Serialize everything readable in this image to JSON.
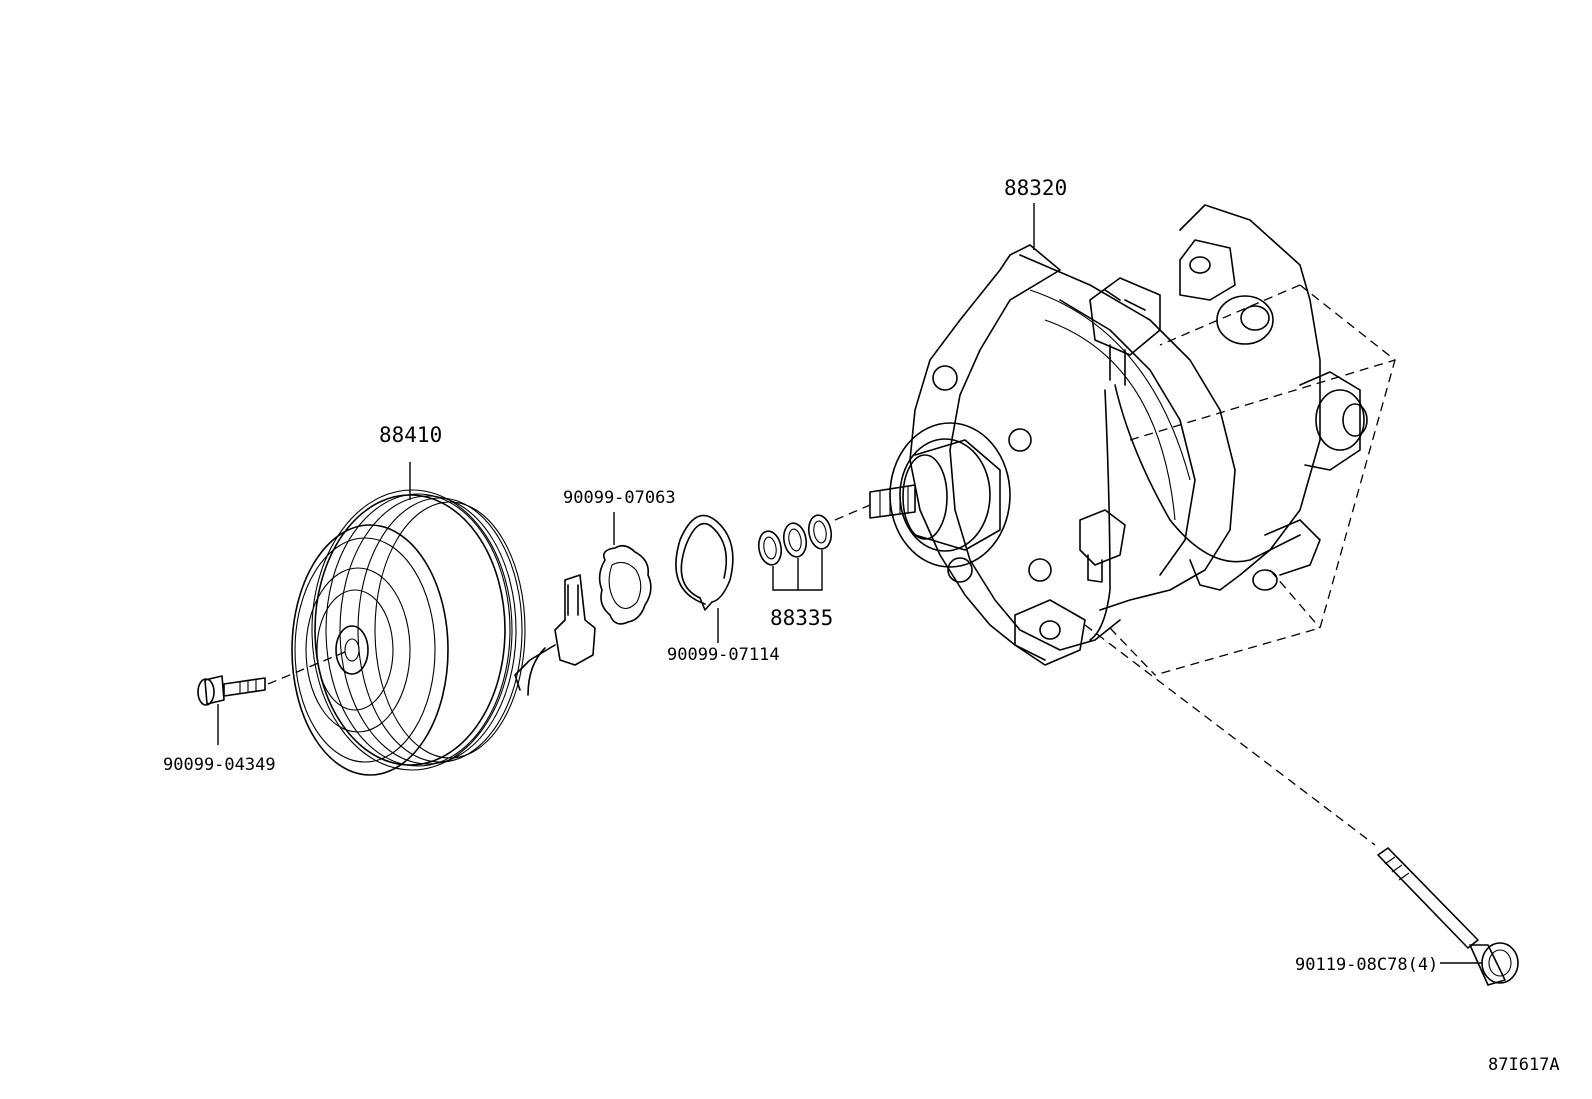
{
  "labels": {
    "compressor": "88320",
    "clutch_pulley": "88410",
    "shim_inner": "90099-07063",
    "snap_ring": "90099-07114",
    "shim_set": "88335",
    "center_bolt": "90099-04349",
    "mount_bolt": "90119-08C78(4)"
  },
  "diagram_id": "87I617A"
}
